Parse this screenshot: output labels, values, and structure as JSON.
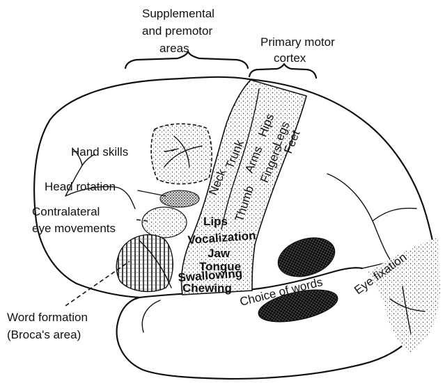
{
  "header": {
    "supplemental_line1": "Supplemental",
    "supplemental_line2": "and premotor",
    "supplemental_line3": "areas",
    "primary_line1": "Primary motor",
    "primary_line2": "cortex"
  },
  "left_labels": {
    "hand_skills": "Hand skills",
    "head_rotation": "Head rotation",
    "contralateral_line1": "Contralateral",
    "contralateral_line2": "eye movements",
    "word_formation_line1": "Word formation",
    "word_formation_line2": "(Broca's area)"
  },
  "motor_strip": {
    "hips": "Hips",
    "legs": "Legs",
    "feet": "Feet",
    "trunk": "Trunk",
    "arms": "Arms",
    "fingers": "Fingers",
    "neck": "Neck",
    "thumb": "Thumb",
    "lips": "Lips",
    "vocalization": "Vocalization",
    "jaw": "Jaw",
    "tongue": "Tongue",
    "swallowing": "Swallowing",
    "chewing": "Chewing"
  },
  "right_labels": {
    "choice_of_words": "Choice of words",
    "eye_fixation": "Eye fixation"
  }
}
